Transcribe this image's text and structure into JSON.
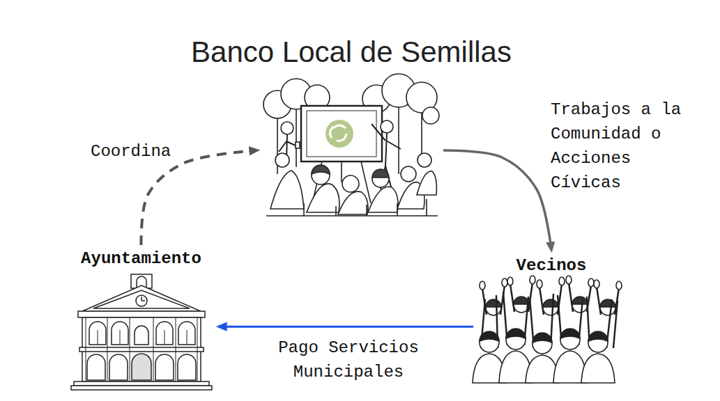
{
  "diagram": {
    "nodes": [
      {
        "text": [
          "Banco Local de Semillas"
        ]
      },
      {
        "text": [
          "Ayuntamiento"
        ]
      },
      {
        "text": [
          "Vecinos"
        ]
      }
    ],
    "edges": [
      {
        "from": 1,
        "to": 0,
        "arrow": "to",
        "label": "Coordina"
      },
      {
        "from": 0,
        "to": 2,
        "arrow": "to",
        "label": "Trabajos a la Comunidad o Acciones Cívicas"
      },
      {
        "from": 2,
        "to": 1,
        "arrow": "to",
        "label": "Pago Servicios Municipales"
      }
    ]
  }
}
